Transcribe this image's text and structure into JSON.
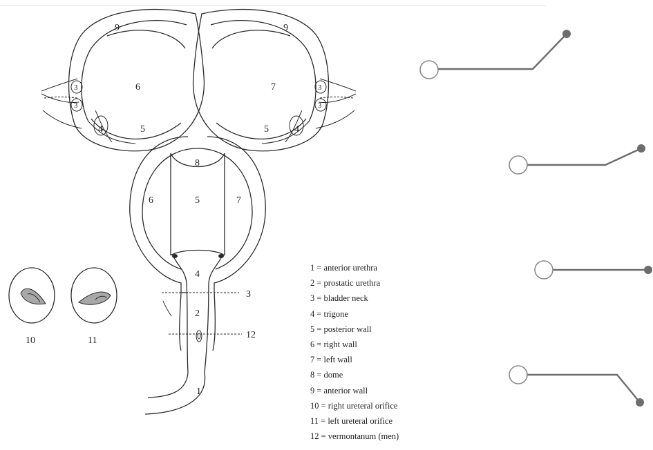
{
  "diagram": {
    "region_labels": {
      "anterior_wall_left": "9",
      "anterior_wall_right": "9",
      "right_wall_top": "6",
      "left_wall_top": "7",
      "bladder_neck_left_a": "3",
      "bladder_neck_left_b": "3",
      "bladder_neck_right_a": "3",
      "bladder_neck_right_b": "3",
      "trigone_left": "4",
      "trigone_right": "4",
      "posterior_wall_left": "5",
      "posterior_wall_right": "5",
      "dome": "8",
      "right_wall_bottom": "6",
      "posterior_wall_bottom": "5",
      "left_wall_bottom": "7",
      "trigone_bottom": "4",
      "bladder_neck_marker": "3",
      "prostatic_urethra": "2",
      "vermontanum_marker": "12",
      "anterior_urethra": "1",
      "right_ureteral_orifice": "10",
      "left_ureteral_orifice": "11"
    },
    "legend": [
      "1 = anterior urethra",
      "2 = prostatic urethra",
      "3 = bladder neck",
      "4 = trigone",
      "5 = posterior wall",
      "6 = right wall",
      "7 = left wall",
      "8 = dome",
      "9 = anterior wall",
      "10 = right ureteral orifice",
      "11 = left ureteral orifice",
      "12 = vermontanum (men)"
    ]
  },
  "colors": {
    "line_art": "#2a2a2a",
    "orifice_fill": "#a8a8a8",
    "connector": "#6d6d6d",
    "open_node_stroke": "#8a8a8a",
    "background": "#ffffff"
  },
  "decorations": {
    "connectors": [
      "connector-1",
      "connector-2",
      "connector-3",
      "connector-4"
    ]
  }
}
